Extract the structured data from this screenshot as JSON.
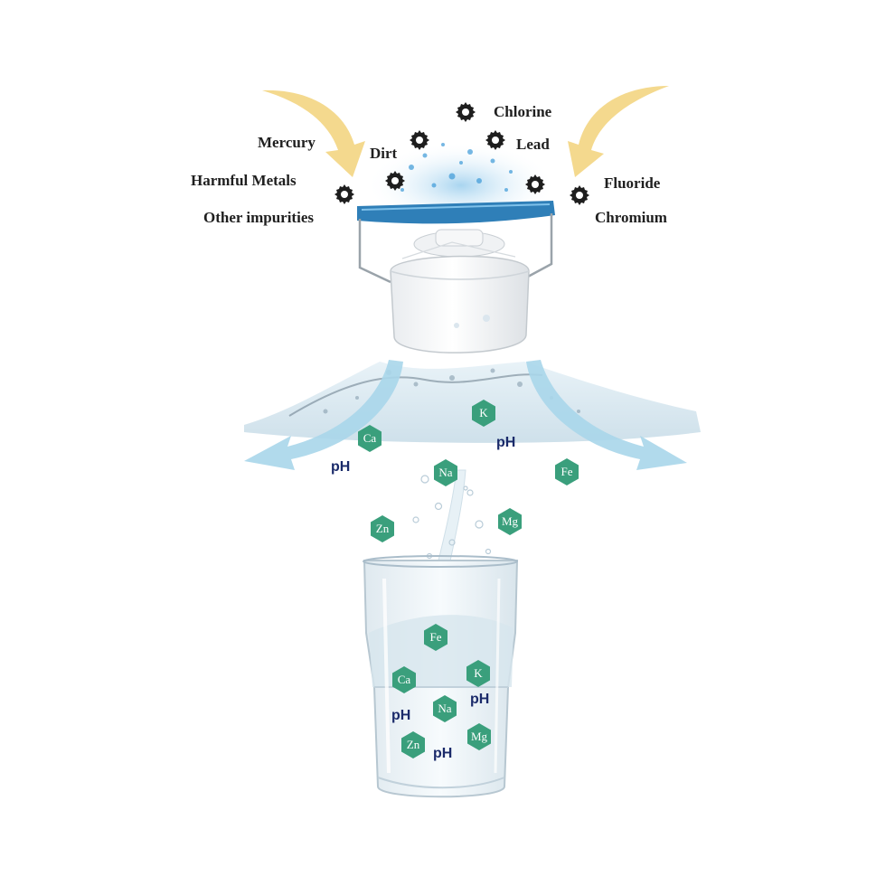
{
  "impurities": {
    "chlorine": "Chlorine",
    "mercury": "Mercury",
    "dirt": "Dirt",
    "lead": "Lead",
    "harmful_metals": "Harmful Metals",
    "fluoride": "Fluoride",
    "other_impurities": "Other impurities",
    "chromium": "Chromium"
  },
  "minerals": {
    "k": "K",
    "ca": "Ca",
    "na": "Na",
    "fe": "Fe",
    "zn": "Zn",
    "mg": "Mg"
  },
  "ph_label": "pH",
  "colors": {
    "mineral_hex": "#3a9f7c",
    "arrow_yellow": "#f2d27a",
    "arrow_blue": "#a9d6ea",
    "filter_band": "#2f7fb8",
    "ph_text": "#1a2a6a",
    "label_text": "#1f1f1f"
  },
  "icons": [
    "gear-icon",
    "arrow-icon",
    "hexagon-icon"
  ]
}
